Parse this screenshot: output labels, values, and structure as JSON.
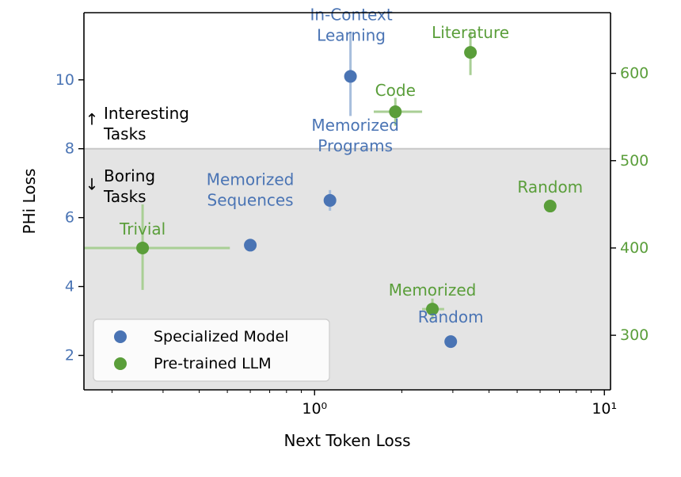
{
  "chart_data": {
    "type": "scatter",
    "xlabel": "Next Token Loss",
    "ylabel": "PHi Loss",
    "x_scale": "log",
    "xlim": [
      0.16,
      10.5
    ],
    "ylim": [
      1.0,
      11.95
    ],
    "y2lim": [
      237.5,
      669.5
    ],
    "x_major_ticks": [
      1,
      10
    ],
    "x_tick_labels": [
      "10⁰",
      "10¹"
    ],
    "y_ticks": [
      2,
      4,
      6,
      8,
      10
    ],
    "y2_ticks": [
      300,
      400,
      500,
      600
    ],
    "threshold_y": 8,
    "legend": {
      "position": "lower-left"
    },
    "colors": {
      "specialized": "#4a74b4",
      "pretrained": "#5a9e3a",
      "shade": "#e4e4e4",
      "threshold_line": "#c8c8c8"
    },
    "regions": [
      {
        "name": "interesting",
        "label_lines": [
          "Interesting",
          "Tasks"
        ],
        "arrow": "↑"
      },
      {
        "name": "boring",
        "label_lines": [
          "Boring",
          "Tasks"
        ],
        "arrow": "↓"
      }
    ],
    "series": [
      {
        "name": "Specialized Model",
        "axis": "left",
        "color": "#4a74b4",
        "points": [
          {
            "label_lines": [
              "In-Context",
              "Learning"
            ],
            "x": 1.33,
            "y": 10.1,
            "yerr": [
              8.95,
              11.4
            ]
          },
          {
            "label_lines": [
              "Memorized",
              "Programs"
            ],
            "x": 1.13,
            "y": 6.5,
            "yerr": [
              6.2,
              6.8
            ]
          },
          {
            "label_lines": [
              "Memorized",
              "Sequences"
            ],
            "x": 0.6,
            "y": 5.2
          },
          {
            "label_lines": [
              "Random"
            ],
            "x": 2.95,
            "y": 2.4
          }
        ]
      },
      {
        "name": "Pre-trained LLM",
        "axis": "right",
        "color": "#5a9e3a",
        "points": [
          {
            "label_lines": [
              "Literature"
            ],
            "x": 3.45,
            "y": 624,
            "xerr": [
              3.3,
              3.6
            ],
            "yerr": [
              598,
              648
            ]
          },
          {
            "label_lines": [
              "Code"
            ],
            "x": 1.9,
            "y": 556,
            "xerr": [
              1.6,
              2.35
            ],
            "yerr": [
              540,
              572
            ]
          },
          {
            "label_lines": [
              "Random"
            ],
            "x": 6.5,
            "y": 448,
            "xerr": [
              6.2,
              6.8
            ],
            "yerr": [
              444,
              452
            ]
          },
          {
            "label_lines": [
              "Trivial"
            ],
            "x": 0.255,
            "y": 400,
            "xerr": [
              0.16,
              0.51
            ],
            "yerr": [
              352,
              450
            ]
          },
          {
            "label_lines": [
              "Memorized"
            ],
            "x": 2.55,
            "y": 330,
            "xerr": [
              2.35,
              2.8
            ],
            "yerr": [
              318,
              342
            ]
          }
        ]
      }
    ]
  }
}
